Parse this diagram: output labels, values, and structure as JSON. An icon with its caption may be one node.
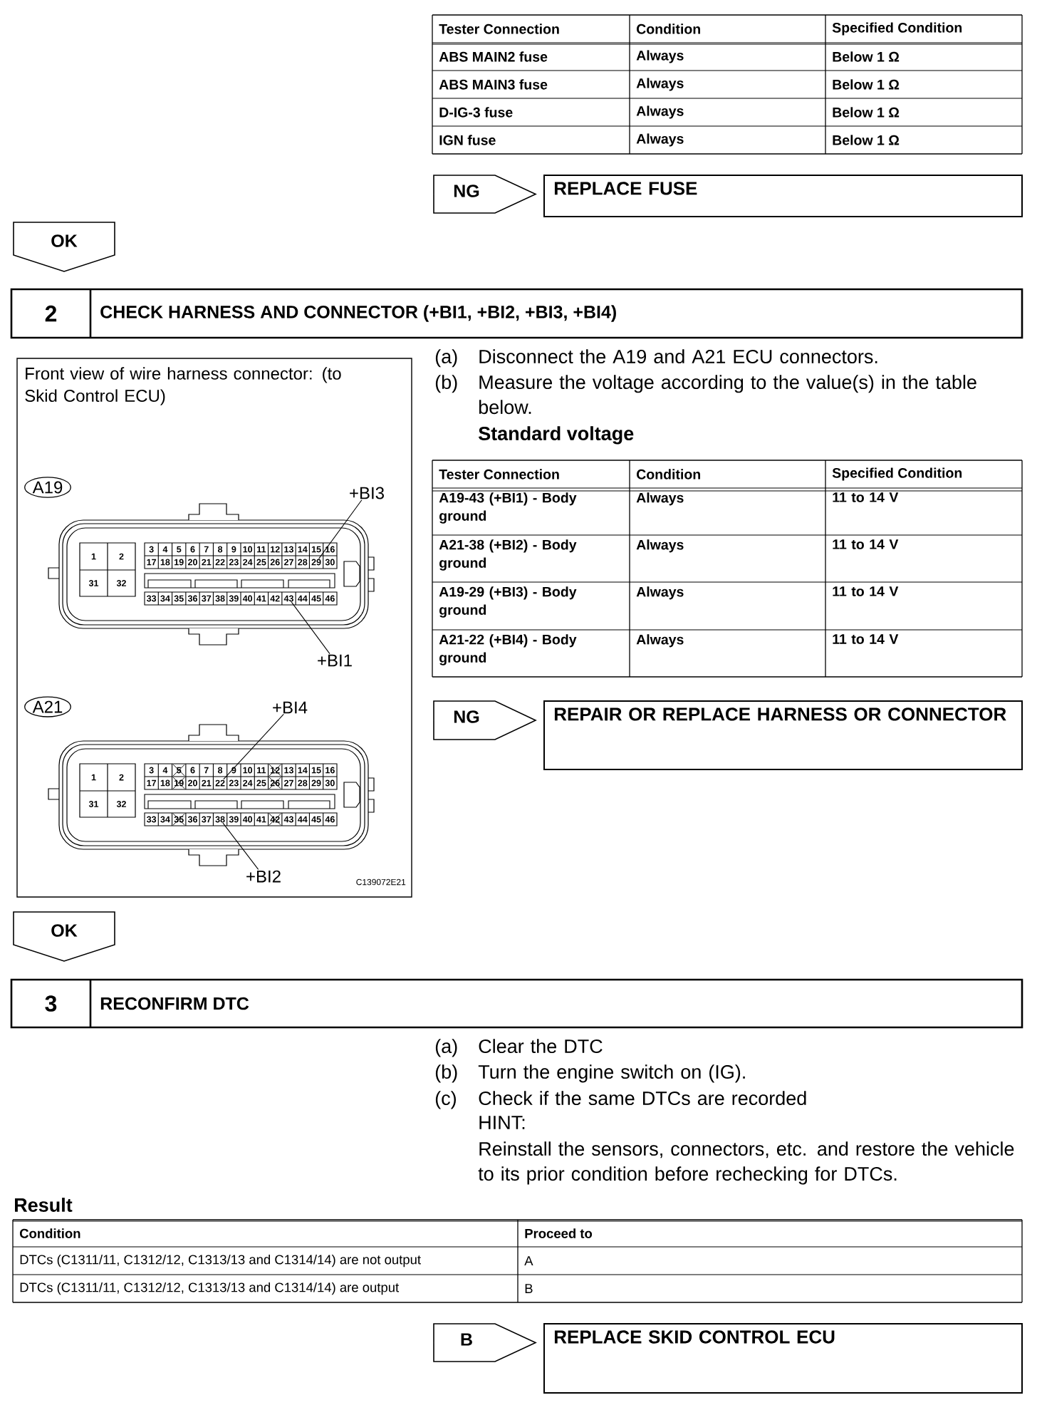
{
  "diagram": {
    "nodes": [
      {
        "text": [
          "NG"
        ]
      },
      {
        "text": [
          "REPLACE FUSE"
        ]
      },
      {
        "text": [
          "OK"
        ]
      },
      {
        "text": [
          "2",
          "CHECK HARNESS AND CONNECTOR (+BI1, +BI2, +BI3, +BI4)"
        ]
      },
      {
        "text": [
          "Front view of wire harness connector: (to Skid Control ECU)",
          "C139072E21"
        ]
      },
      {
        "text": [
          "A19"
        ],
        "in": 4
      },
      {
        "text": [
          "+BI3"
        ],
        "in": 4
      },
      {
        "text": [
          "29"
        ],
        "in": 4
      },
      {
        "text": [
          "+BI1"
        ],
        "in": 4
      },
      {
        "text": [
          "43"
        ],
        "in": 4
      },
      {
        "text": [
          "A21"
        ],
        "in": 4
      },
      {
        "text": [
          "+BI4"
        ],
        "in": 4
      },
      {
        "text": [
          "22"
        ],
        "in": 4
      },
      {
        "text": [
          "+BI2"
        ],
        "in": 4
      },
      {
        "text": [
          "38"
        ],
        "in": 4
      },
      {
        "text": [
          "NG"
        ]
      },
      {
        "text": [
          "REPAIR OR REPLACE HARNESS OR CONNECTOR"
        ]
      },
      {
        "text": [
          "OK"
        ]
      },
      {
        "text": [
          "3",
          "RECONFIRM DTC"
        ]
      },
      {
        "text": [
          "B"
        ]
      },
      {
        "text": [
          "REPLACE SKID CONTROL ECU"
        ]
      }
    ],
    "edges": [
      {
        "from": 6,
        "to": 7,
        "arrow": "none"
      },
      {
        "from": 8,
        "to": 9,
        "arrow": "none"
      },
      {
        "from": 11,
        "to": 12,
        "arrow": "none"
      },
      {
        "from": 13,
        "to": 14,
        "arrow": "none"
      }
    ],
    "labels": [
      "Tester Connection",
      "Condition",
      "Specified Condition",
      "ABS MAIN2 fuse",
      "Always",
      "Below 1 Ω",
      "ABS MAIN3 fuse",
      "Always",
      "Below 1 Ω",
      "D-IG-3 fuse",
      "Always",
      "Below 1 Ω",
      "IGN fuse",
      "Always",
      "Below 1 Ω",
      "(a)",
      "Disconnect the A19 and A21 ECU connectors.",
      "(b)",
      "Measure the voltage according to the value(s) in the table below.",
      "Standard voltage",
      "Tester Connection",
      "Condition",
      "Specified Condition",
      "A19-43 (+BI1) - Body ground",
      "Always",
      "11 to 14 V",
      "A21-38 (+BI2) - Body ground",
      "Always",
      "11 to 14 V",
      "A19-29 (+BI3) - Body ground",
      "Always",
      "11 to 14 V",
      "A21-22 (+BI4) - Body ground",
      "Always",
      "11 to 14 V",
      "1",
      "2",
      "31",
      "32",
      "3",
      "4",
      "5",
      "6",
      "7",
      "8",
      "9",
      "10",
      "11",
      "12",
      "13",
      "14",
      "15",
      "16",
      "17",
      "18",
      "19",
      "20",
      "21",
      "22",
      "23",
      "24",
      "25",
      "26",
      "27",
      "28",
      "30",
      "33",
      "34",
      "35",
      "36",
      "37",
      "38",
      "39",
      "40",
      "41",
      "42",
      "44",
      "45",
      "46",
      "1",
      "2",
      "31",
      "32",
      "3",
      "4",
      "5",
      "6",
      "7",
      "8",
      "9",
      "10",
      "11",
      "12",
      "13",
      "14",
      "15",
      "16",
      "17",
      "18",
      "19",
      "20",
      "21",
      "23",
      "24",
      "25",
      "26",
      "27",
      "28",
      "29",
      "30",
      "33",
      "34",
      "35",
      "36",
      "37",
      "39",
      "40",
      "41",
      "42",
      "43",
      "44",
      "45",
      "46",
      "(a)",
      "Clear the DTC",
      "(b)",
      "Turn the engine switch on (IG).",
      "(c)",
      "Check if the same DTCs are recorded",
      "HINT:",
      "Reinstall the sensors, connectors, etc. and restore the vehicle to its prior condition before rechecking for DTCs.",
      "Result",
      "Condition",
      "Proceed to",
      "DTCs (C1311/11, C1312/12, C1313/13 and C1314/14) are not output",
      "A",
      "DTCs (C1311/11, C1312/12, C1313/13 and C1314/14) are output",
      "B"
    ]
  }
}
